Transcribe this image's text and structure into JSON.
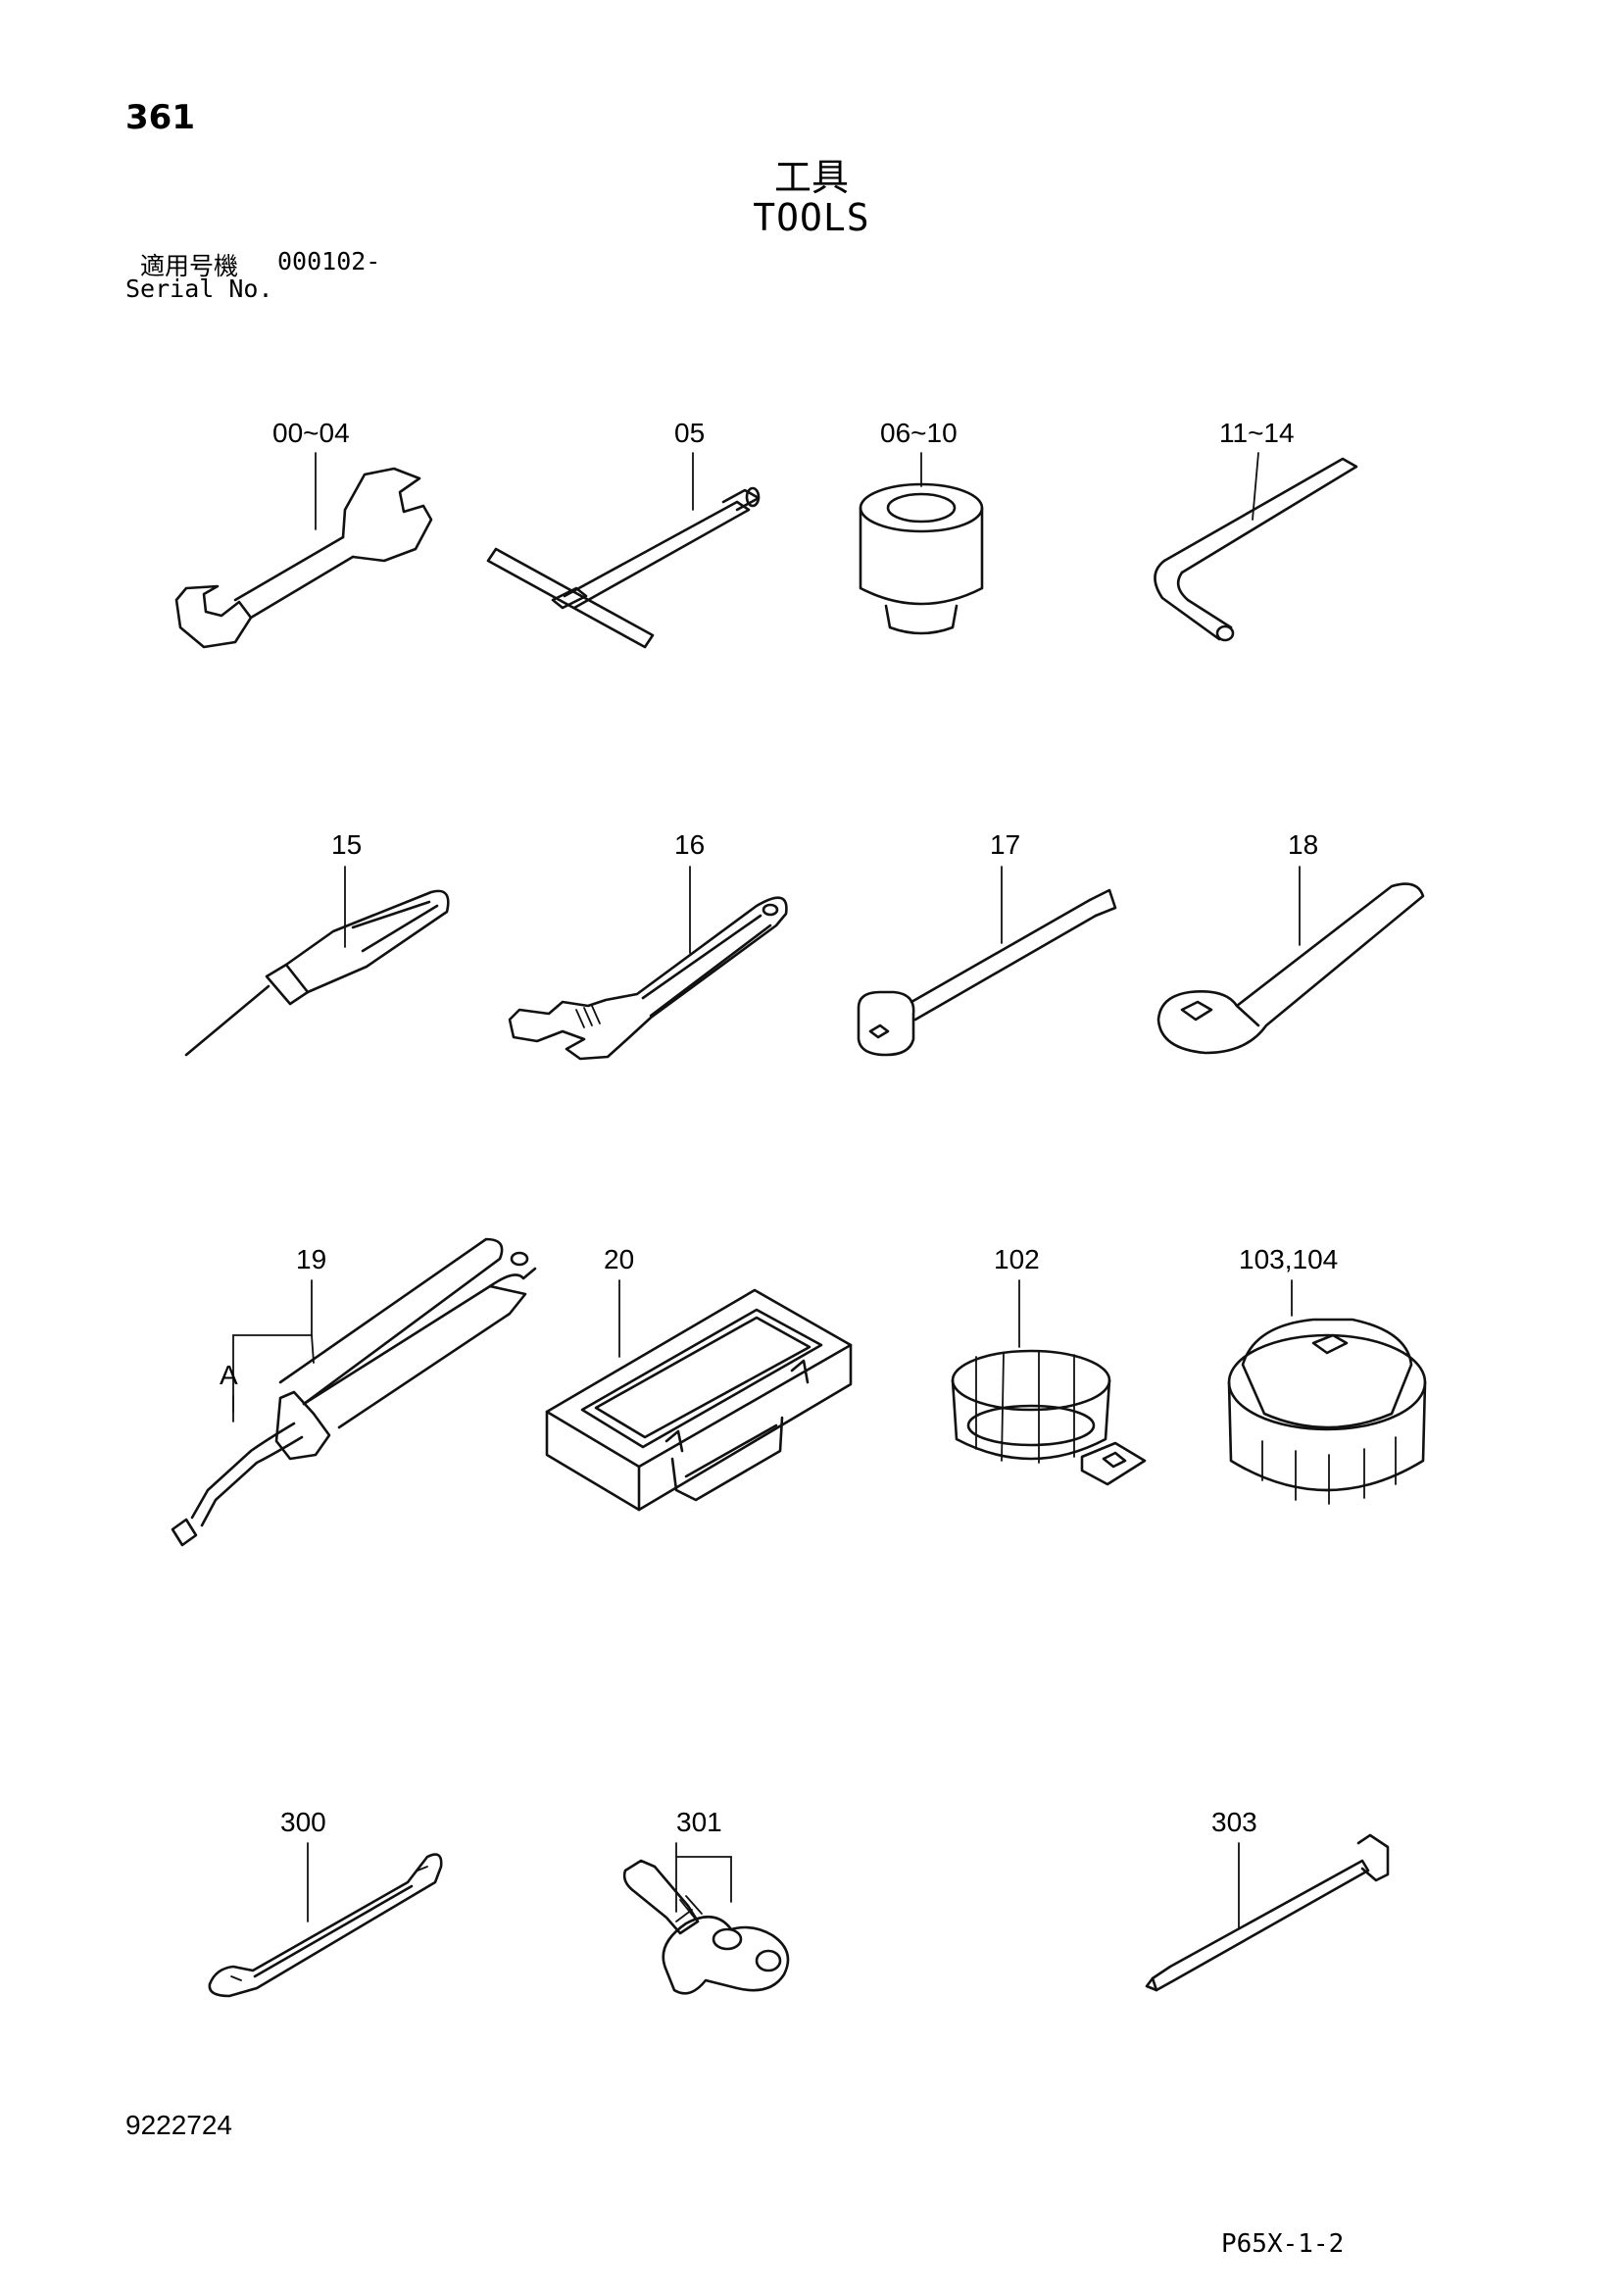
{
  "page_number": "361",
  "title_jp": "工具",
  "title_en": "TOOLS",
  "serial": {
    "label_jp": "適用号機",
    "value": "000102-",
    "label_en": "Serial No."
  },
  "items": [
    {
      "label": "00~04",
      "icon": "open-end-wrench-icon"
    },
    {
      "label": "05",
      "icon": "t-handle-wrench-icon"
    },
    {
      "label": "06~10",
      "icon": "socket-icon"
    },
    {
      "label": "11~14",
      "icon": "hex-key-icon"
    },
    {
      "label": "15",
      "icon": "screwdriver-icon"
    },
    {
      "label": "16",
      "icon": "adjustable-wrench-icon"
    },
    {
      "label": "17",
      "icon": "extension-bar-icon"
    },
    {
      "label": "18",
      "icon": "ratchet-handle-icon"
    },
    {
      "label": "19",
      "icon": "grease-gun-icon"
    },
    {
      "label": "20",
      "icon": "tool-box-icon"
    },
    {
      "label": "102",
      "icon": "filter-wrench-band-icon"
    },
    {
      "label": "103,104",
      "icon": "filter-wrench-cap-icon"
    },
    {
      "label": "300",
      "icon": "double-end-tool-icon"
    },
    {
      "label": "301",
      "icon": "shackle-icon"
    },
    {
      "label": "303",
      "icon": "long-pin-icon"
    }
  ],
  "callout_a": "A",
  "doc_number": "9222724",
  "sheet_code": "P65X-1-2"
}
